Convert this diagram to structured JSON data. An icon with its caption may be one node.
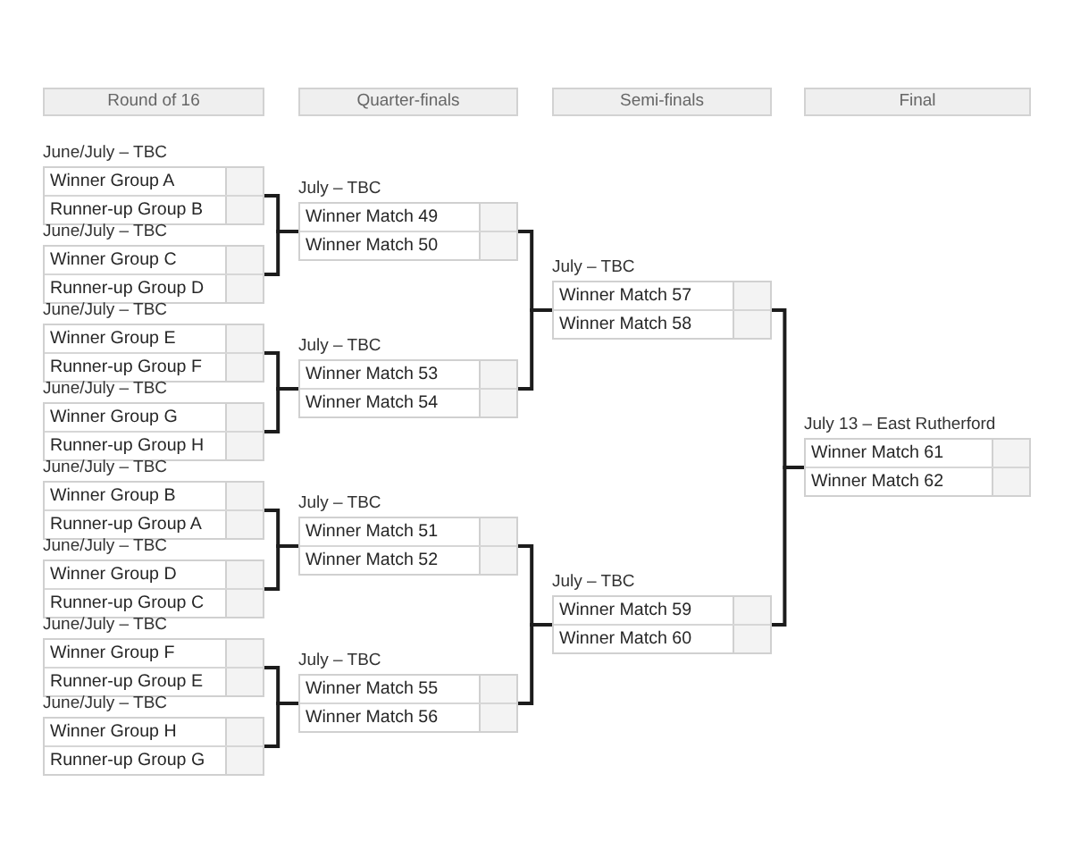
{
  "diagram": {
    "nodes": [
      {
        "text": [
          "Round of 16"
        ]
      },
      {
        "text": [
          "Quarter-finals"
        ]
      },
      {
        "text": [
          "Semi-finals"
        ]
      },
      {
        "text": [
          "Final"
        ]
      },
      {
        "text": [
          "Winner Group A",
          "Runner-up Group B"
        ],
        "beside": [
          "June/July – TBC"
        ]
      },
      {
        "text": [
          "Winner Group C",
          "Runner-up Group D"
        ],
        "beside": [
          "June/July – TBC"
        ]
      },
      {
        "text": [
          "Winner Group E",
          "Runner-up Group F"
        ],
        "beside": [
          "June/July – TBC"
        ]
      },
      {
        "text": [
          "Winner Group G",
          "Runner-up Group H"
        ],
        "beside": [
          "June/July – TBC"
        ]
      },
      {
        "text": [
          "Winner Group B",
          "Runner-up Group A"
        ],
        "beside": [
          "June/July – TBC"
        ]
      },
      {
        "text": [
          "Winner Group D",
          "Runner-up Group C"
        ],
        "beside": [
          "June/July – TBC"
        ]
      },
      {
        "text": [
          "Winner Group F",
          "Runner-up Group E"
        ],
        "beside": [
          "June/July – TBC"
        ]
      },
      {
        "text": [
          "Winner Group H",
          "Runner-up Group G"
        ],
        "beside": [
          "June/July – TBC"
        ]
      },
      {
        "text": [
          "Winner Match 49",
          "Winner Match 50"
        ],
        "beside": [
          "July – TBC"
        ]
      },
      {
        "text": [
          "Winner Match 53",
          "Winner Match 54"
        ],
        "beside": [
          "July – TBC"
        ]
      },
      {
        "text": [
          "Winner Match 51",
          "Winner Match 52"
        ],
        "beside": [
          "July – TBC"
        ]
      },
      {
        "text": [
          "Winner Match 55",
          "Winner Match 56"
        ],
        "beside": [
          "July – TBC"
        ]
      },
      {
        "text": [
          "Winner Match 57",
          "Winner Match 58"
        ],
        "beside": [
          "July – TBC"
        ]
      },
      {
        "text": [
          "Winner Match 59",
          "Winner Match 60"
        ],
        "beside": [
          "July – TBC"
        ]
      },
      {
        "text": [
          "Winner Match 61",
          "Winner Match 62"
        ],
        "beside": [
          "July 13 – East Rutherford"
        ]
      }
    ],
    "edges": [
      {
        "from": 4,
        "to": 12,
        "arrow": "none"
      },
      {
        "from": 5,
        "to": 12,
        "arrow": "none"
      },
      {
        "from": 6,
        "to": 13,
        "arrow": "none"
      },
      {
        "from": 7,
        "to": 13,
        "arrow": "none"
      },
      {
        "from": 8,
        "to": 14,
        "arrow": "none"
      },
      {
        "from": 9,
        "to": 14,
        "arrow": "none"
      },
      {
        "from": 10,
        "to": 15,
        "arrow": "none"
      },
      {
        "from": 11,
        "to": 15,
        "arrow": "none"
      },
      {
        "from": 12,
        "to": 16,
        "arrow": "none"
      },
      {
        "from": 13,
        "to": 16,
        "arrow": "none"
      },
      {
        "from": 14,
        "to": 17,
        "arrow": "none"
      },
      {
        "from": 15,
        "to": 17,
        "arrow": "none"
      },
      {
        "from": 16,
        "to": 18,
        "arrow": "none"
      },
      {
        "from": 17,
        "to": 18,
        "arrow": "none"
      }
    ]
  }
}
